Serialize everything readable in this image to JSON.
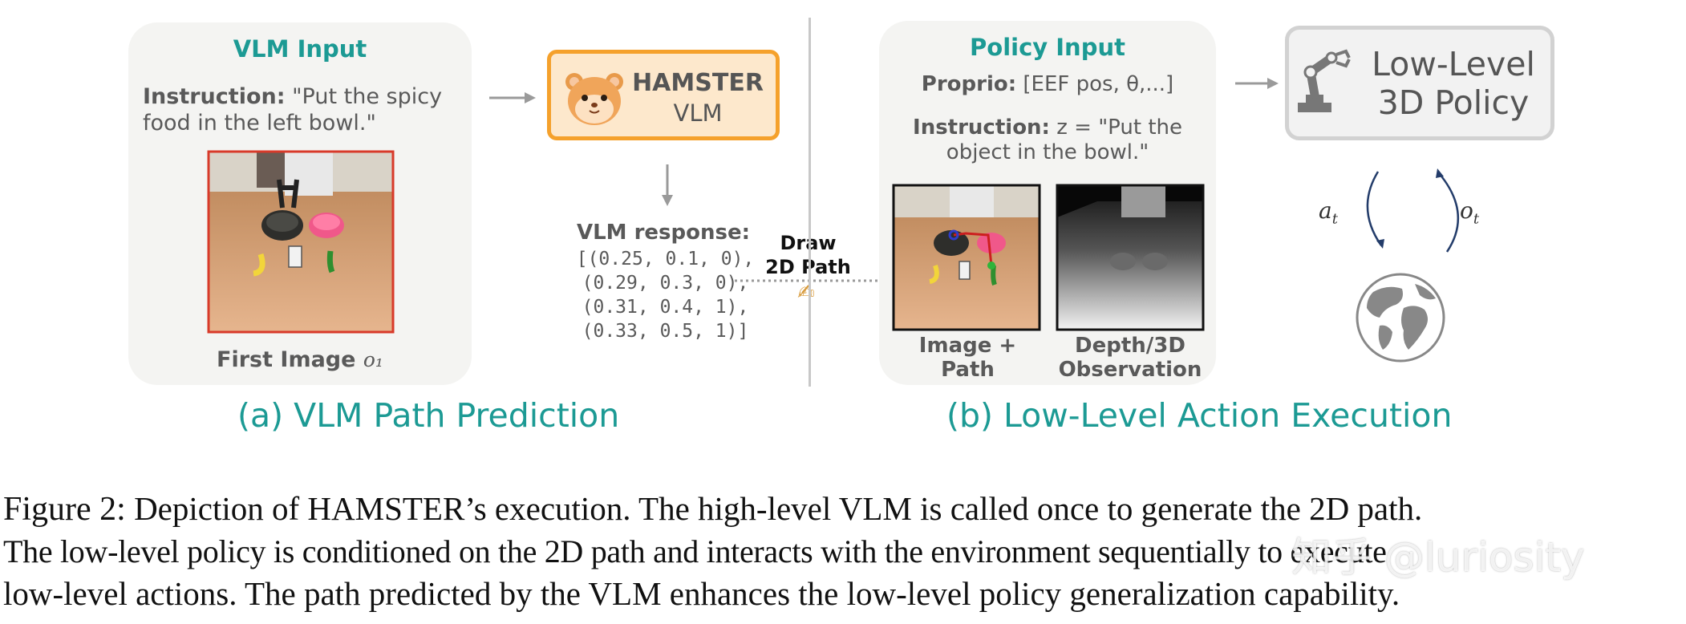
{
  "vlm_input": {
    "title": "VLM Input",
    "instruction_label": "Instruction:",
    "instruction_text": "\"Put the spicy food in the left bowl.\"",
    "first_image_label": "First Image",
    "first_image_symbol": "o₁"
  },
  "hamster": {
    "name": "HAMSTER",
    "sub": "VLM"
  },
  "vlm_response": {
    "label": "VLM response:",
    "lines": [
      "[(0.25, 0.1, 0),",
      "(0.29, 0.3, 0),",
      "(0.31, 0.4, 1),",
      "(0.33, 0.5, 1)]"
    ]
  },
  "draw_path": {
    "line1": "Draw",
    "line2": "2D Path",
    "emoji": "✍"
  },
  "policy_input": {
    "title": "Policy Input",
    "proprio_label": "Proprio:",
    "proprio_text": "[EEF pos, θ,...]",
    "instruction_label": "Instruction:",
    "instruction_text": "z = \"Put the object in the bowl.\"",
    "image_path_label": "Image + Path",
    "depth_label": "Depth/3D Observation"
  },
  "low_level_policy": {
    "line1": "Low-Level",
    "line2": "3D Policy"
  },
  "loop": {
    "action": "a",
    "action_sub": "t",
    "obs": "o",
    "obs_sub": "t"
  },
  "subtitles": {
    "a": "(a) VLM Path Prediction",
    "b": "(b) Low-Level Action Execution"
  },
  "caption": {
    "label": "Figure 2:",
    "line1": "Depiction of HAMSTER’s execution. The high-level VLM is called once to generate the 2D path.",
    "line2": "The low-level policy is conditioned on the 2D path and interacts with the environment sequentially to execute",
    "line3": "low-level actions. The path predicted by the VLM enhances the low-level policy generalization capability."
  },
  "watermark": "知乎 @luriosity",
  "colors": {
    "teal": "#1c9a94",
    "orange": "#f5a12c",
    "orange_fill": "#fde8cc",
    "panel": "#f4f4f2",
    "image_border_red": "#d83a2a"
  }
}
